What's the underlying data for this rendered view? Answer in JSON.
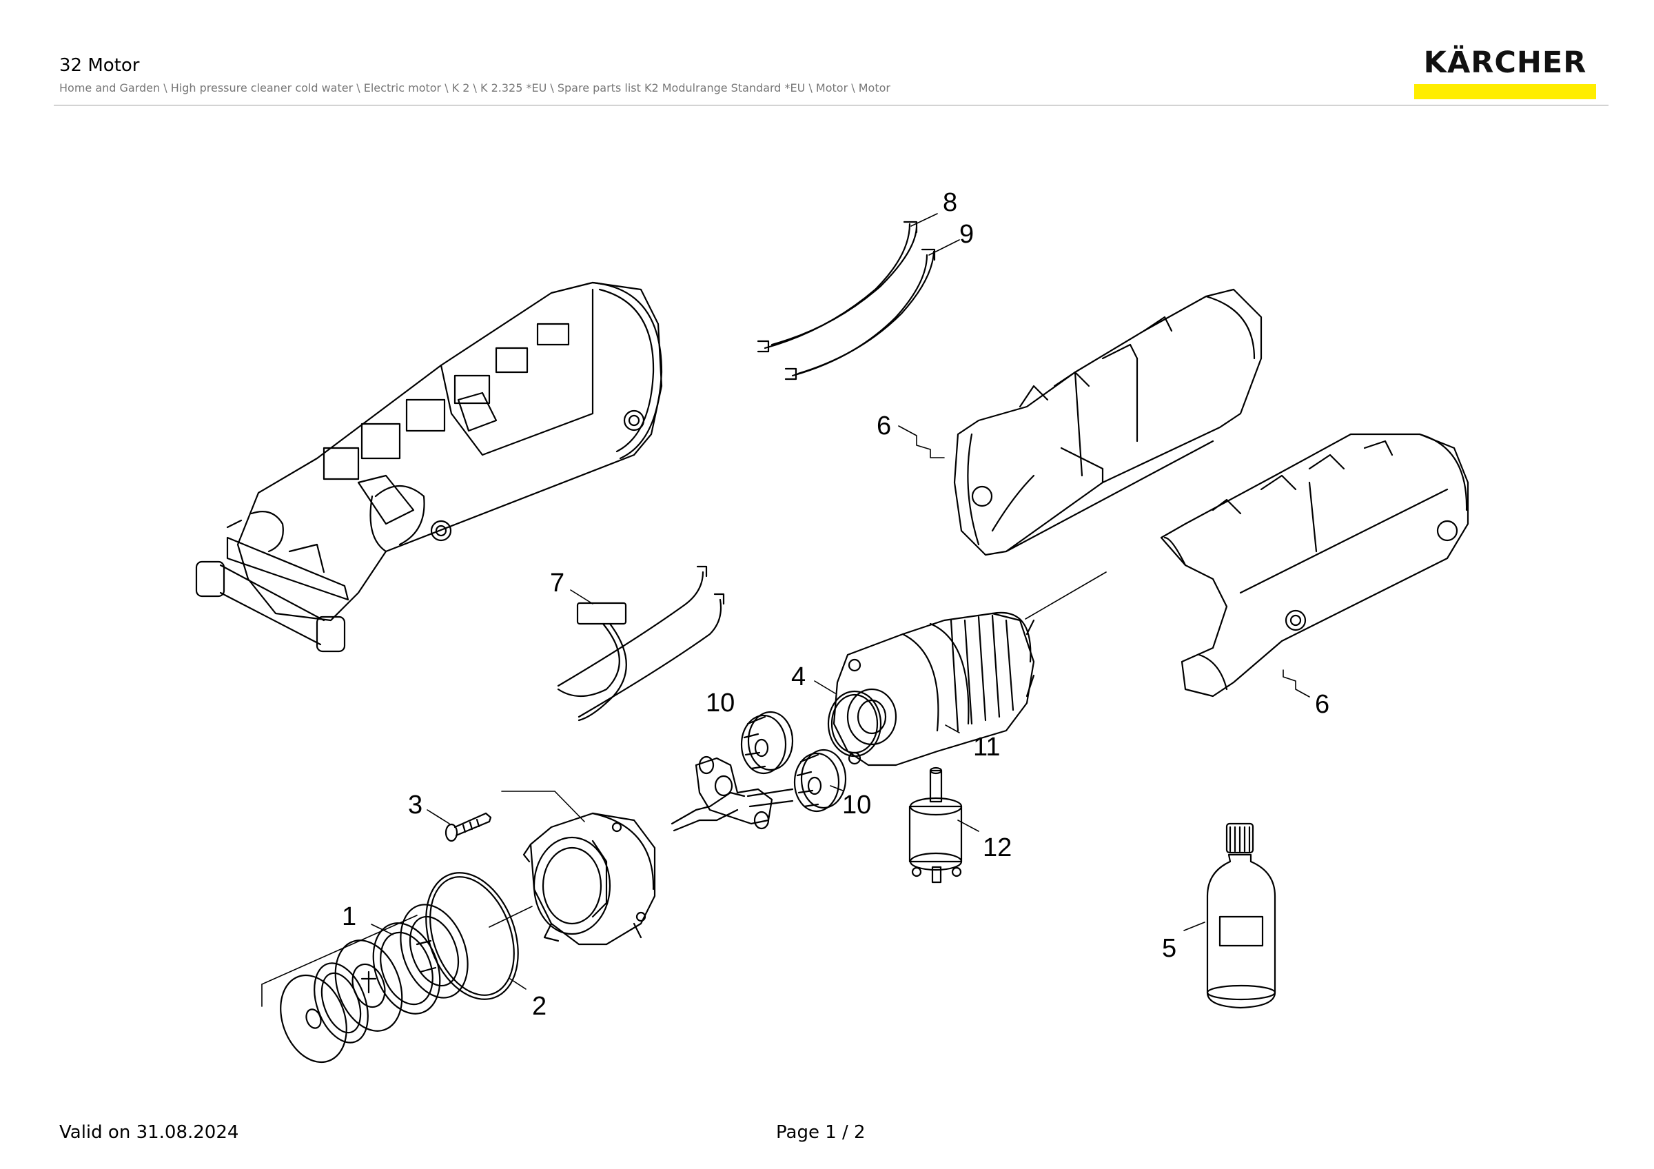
{
  "header": {
    "title": "32 Motor",
    "breadcrumb": "Home and Garden \\ High pressure cleaner cold water \\ Electric motor \\ K 2 \\ K 2.325 *EU \\ Spare parts list K2 Modulrange Standard *EU \\ Motor \\ Motor"
  },
  "logo": {
    "text": "KÄRCHER",
    "bar_color": "#ffed00"
  },
  "callouts": [
    "8",
    "9",
    "6",
    "7",
    "4",
    "10",
    "11",
    "3",
    "10",
    "12",
    "1",
    "2",
    "6",
    "5"
  ],
  "footer": {
    "valid": "Valid on 31.08.2024",
    "page": "Page 1 / 2"
  },
  "colors": {
    "line": "#000000",
    "rule": "#9a9a9a",
    "breadcrumb": "#777777"
  }
}
